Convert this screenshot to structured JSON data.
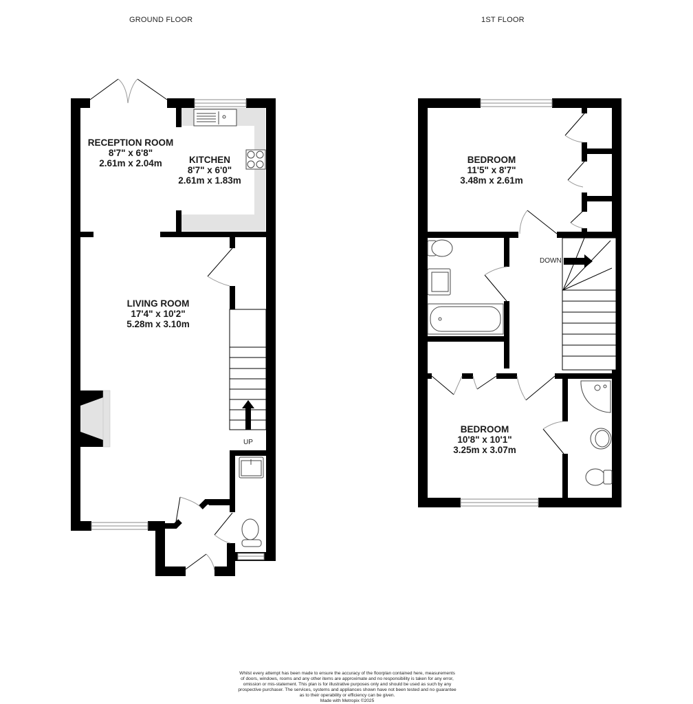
{
  "floors": [
    {
      "title": "GROUND FLOOR",
      "rooms": [
        {
          "name": "RECEPTION ROOM",
          "imperial": "8'7\"  x 6'8\"",
          "metric": "2.61m  x 2.04m"
        },
        {
          "name": "KITCHEN",
          "imperial": "8'7\"  x 6'0\"",
          "metric": "2.61m  x 1.83m"
        },
        {
          "name": "LIVING ROOM",
          "imperial": "17'4\"  x 10'2\"",
          "metric": "5.28m  x 3.10m"
        }
      ],
      "stairs_label": "UP"
    },
    {
      "title": "1ST FLOOR",
      "rooms": [
        {
          "name": "BEDROOM",
          "imperial": "11'5\"  x 8'7\"",
          "metric": "3.48m  x 2.61m"
        },
        {
          "name": "BEDROOM",
          "imperial": "10'8\"  x 10'1\"",
          "metric": "3.25m  x 3.07m"
        }
      ],
      "stairs_label": "DOWN"
    }
  ],
  "colors": {
    "wall": "#000000",
    "kitchen_worktop": "#e3e3e3",
    "fixture_stroke": "#333333"
  },
  "disclaimer": {
    "lines": [
      "Whilst every attempt has been made to ensure the accuracy of the floorplan contained here, measurements",
      "of doors, windows, rooms and any other items are approximate and no responsibility is taken for any error,",
      "omission or mis-statement. This plan is for illustrative purposes only and should be used as such by any",
      "prospective purchaser. The services, systems and appliances shown have not been tested and no guarantee",
      "as to their operability or efficiency can be given."
    ],
    "credit": "Made with Metropix ©2025"
  }
}
